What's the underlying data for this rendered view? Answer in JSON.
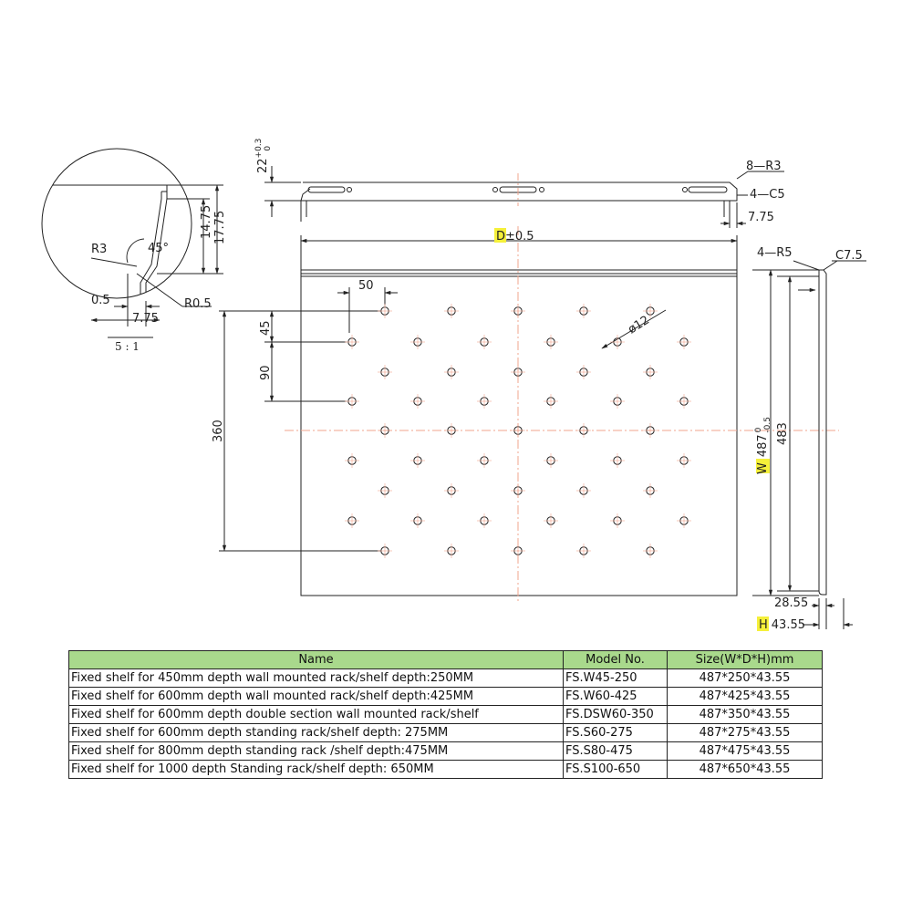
{
  "colors": {
    "line": "#222222",
    "center_line": "#f2a48e",
    "highlight": "#f5f03a",
    "table_header_bg": "#a9d98c"
  },
  "detail": {
    "scale": "5 : 1",
    "labels": {
      "r3": "R3",
      "angle": "45°",
      "d14": "14.75",
      "d17": "17.75",
      "d05": "0.5",
      "d775": "7.75",
      "r05": "R0.5"
    }
  },
  "side_view": {
    "tol_base": "22",
    "tol_upper": "+0.3",
    "tol_lower": "0",
    "r3": "8—R3",
    "c5": "4—C5",
    "d775": "7.75"
  },
  "top_view": {
    "d_letter": "D",
    "d_tol": "±0.5",
    "d50": "50",
    "d45": "45",
    "d90": "90",
    "d360": "360",
    "hole": "ø12"
  },
  "right_view": {
    "r5": "4—R5",
    "c75": "C7.5",
    "w_letter": "W",
    "w_base": "487",
    "w_upper": "0",
    "w_lower": "-0.5",
    "d483": "483",
    "d2855": "28.55",
    "h_letter": "H",
    "d4355": "43.55"
  },
  "table": {
    "headers": [
      "Name",
      "Model No.",
      "Size(W*D*H)mm"
    ],
    "rows": [
      [
        "Fixed shelf for 450mm depth wall mounted rack/shelf depth:250MM",
        "FS.W45-250",
        "487*250*43.55"
      ],
      [
        "Fixed shelf for 600mm depth wall mounted rack/shelf depth:425MM",
        "FS.W60-425",
        "487*425*43.55"
      ],
      [
        "Fixed shelf for 600mm depth double section wall mounted rack/shelf",
        "FS.DSW60-350",
        "487*350*43.55"
      ],
      [
        "Fixed shelf for 600mm depth standing rack/shelf depth: 275MM",
        "FS.S60-275",
        "487*275*43.55"
      ],
      [
        "Fixed shelf for 800mm depth standing rack /shelf depth:475MM",
        "FS.S80-475",
        "487*475*43.55"
      ],
      [
        "Fixed shelf for 1000 depth Standing rack/shelf depth: 650MM",
        "FS.S100-650",
        "487*650*43.55"
      ]
    ]
  }
}
